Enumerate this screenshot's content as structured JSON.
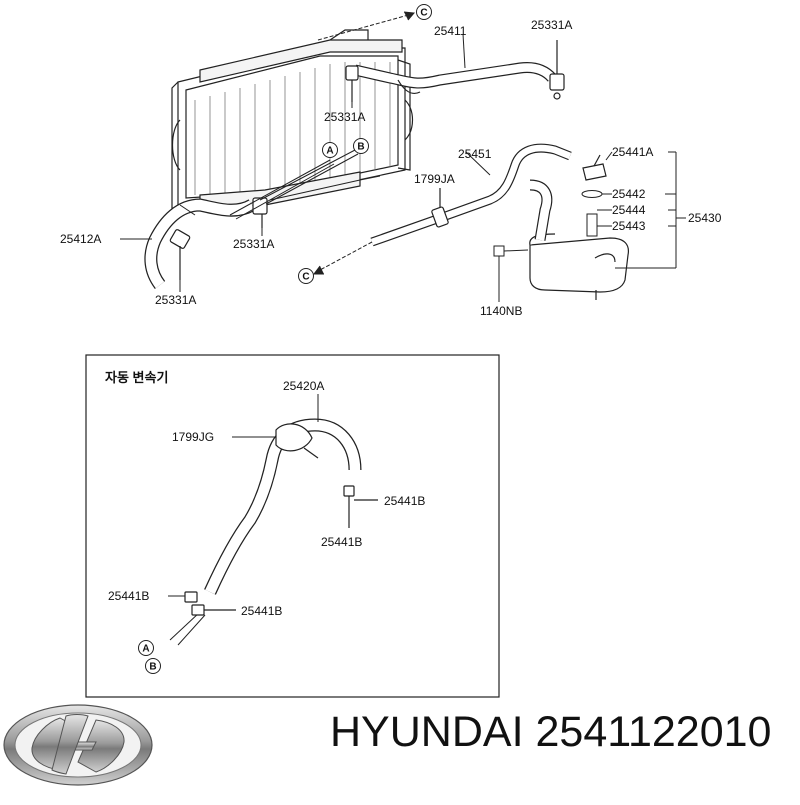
{
  "diagram": {
    "main_labels": {
      "hose_upper": "25411",
      "clamp_top_right": "25331A",
      "clamp_top_mid": "25331A",
      "clamp_center": "25331A",
      "clamp_lower": "25331A",
      "hose_lower": "25412A",
      "overflow_hose": "25451",
      "clamp_overflow": "1799JA",
      "bolt": "1140NB",
      "tank_cap_part": "25441A",
      "part_25442": "25442",
      "part_25444": "25444",
      "part_25443": "25443",
      "reservoir_assy": "25430"
    },
    "connectors": {
      "a": "A",
      "b": "B",
      "c": "C"
    },
    "inset": {
      "title": "자동 변속기",
      "hose": "25420A",
      "clamp": "1799JG",
      "clip_1": "25441B",
      "clip_2": "25441B",
      "clip_3": "25441B",
      "clip_4": "25441B"
    }
  },
  "footer": {
    "brand": "HYUNDAI",
    "part_number": "2541122010",
    "logo": "hyundai-logo"
  }
}
